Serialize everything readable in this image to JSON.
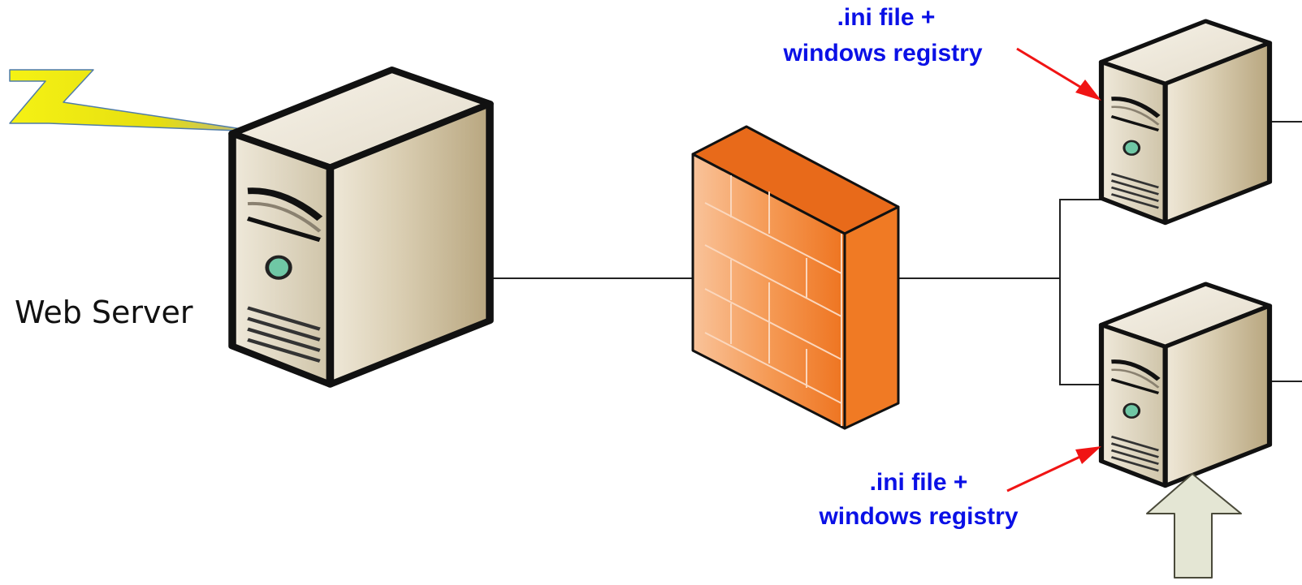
{
  "diagram": {
    "web_server": {
      "label": "Web Server"
    },
    "firewall": {
      "name": "firewall"
    },
    "top_annotation": {
      "line1": ".ini file +",
      "line2": "windows registry"
    },
    "bottom_annotation": {
      "line1": ".ini file +",
      "line2": "windows registry"
    },
    "icons": [
      "lightning-bolt-icon",
      "server-tower-icon",
      "firewall-brick-wall-icon",
      "up-arrow-icon"
    ],
    "colors": {
      "annotation_text": "#0a10e6",
      "annotation_arrow": "#f01414",
      "connector_line": "#222222",
      "server_front": "#e3dcc8",
      "server_side": "#c9b996",
      "server_top": "#f1ece0",
      "firewall_front": "#f57c2a",
      "firewall_side": "#e05f0c",
      "lightning": "#f2ee10",
      "up_arrow_fill": "#e4e6d4"
    }
  }
}
